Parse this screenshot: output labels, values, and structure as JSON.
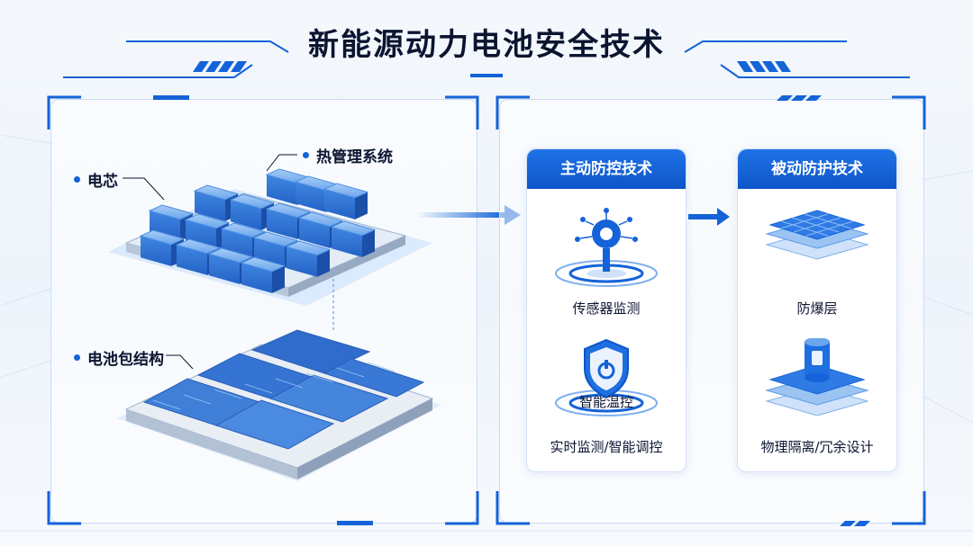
{
  "title": "新能源动力电池安全技术",
  "left_panel": {
    "label_cell": "电芯",
    "label_thermal": "热管理系统",
    "label_pack": "电池包结构"
  },
  "active_card": {
    "header": "主动防控技术",
    "item1": "传感器监测",
    "overlay_label": "智能温控",
    "item2": "实时监测/智能调控"
  },
  "passive_card": {
    "header": "被动防护技术",
    "item1": "防爆层",
    "item2": "物理隔离/冗余设计"
  },
  "colors": {
    "primary": "#1463d8",
    "header_blue": "#1f73e6",
    "cell_blue": "#5b9ae8"
  }
}
